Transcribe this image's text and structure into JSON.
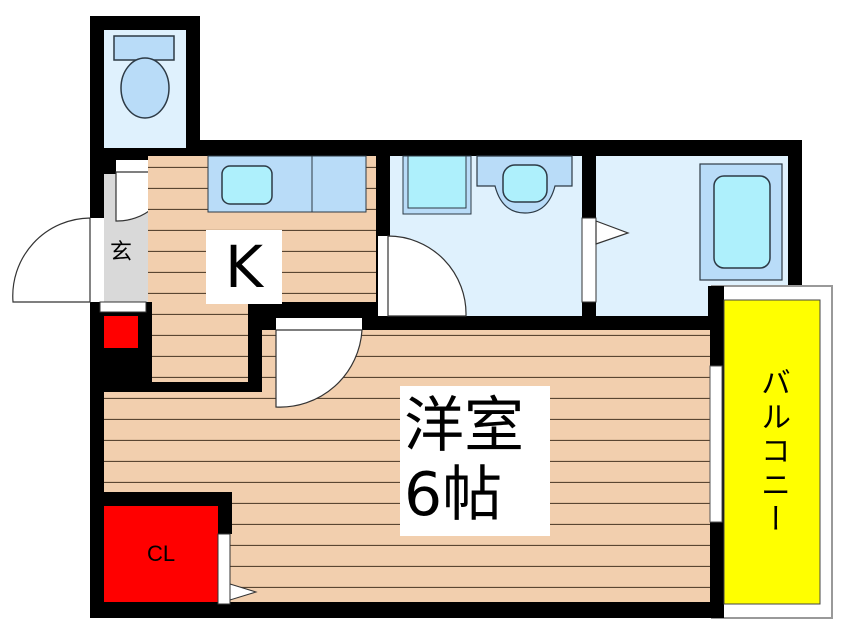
{
  "floor_plan": {
    "rooms": {
      "kitchen": {
        "label": "K"
      },
      "western_room": {
        "label_line1": "洋室",
        "label_line2": "6帖"
      },
      "entrance": {
        "label": "玄"
      },
      "closet": {
        "label": "CL"
      },
      "balcony": {
        "label": "バルコニー"
      },
      "toilet": {
        "label": ""
      },
      "washroom": {
        "label": ""
      },
      "bathroom": {
        "label": ""
      }
    },
    "colors": {
      "wall": "#000000",
      "wood_floor": "#f2cfae",
      "floor_line": "#5a4632",
      "wet_area": "#dff1fd",
      "fixture": "#b9dcf8",
      "fixture_inner": "#aef0fc",
      "entrance_floor": "#d9d9d9",
      "closet": "#ff0000",
      "balcony": "#ffff00",
      "door": "#ffffff"
    }
  }
}
